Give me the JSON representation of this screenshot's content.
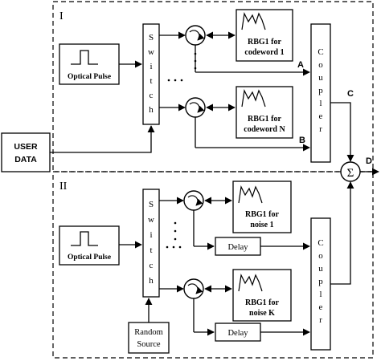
{
  "sections": {
    "top": {
      "roman": "I",
      "pulse_label": "Optical Pulse",
      "switch_letters": [
        "S",
        "w",
        "i",
        "t",
        "c",
        "h"
      ],
      "coupler_letters": [
        "C",
        "o",
        "u",
        "p",
        "l",
        "e",
        "r"
      ],
      "grating_1": {
        "line1": "RBG1 for",
        "line2": "codeword 1"
      },
      "grating_2": {
        "line1": "RBG1 for",
        "line2": "codeword N"
      },
      "label_a": "A",
      "label_b": "B",
      "label_c": "C"
    },
    "bottom": {
      "roman": "II",
      "pulse_label": "Optical Pulse",
      "switch_letters": [
        "S",
        "w",
        "i",
        "t",
        "c",
        "h"
      ],
      "coupler_letters": [
        "C",
        "o",
        "u",
        "p",
        "l",
        "e",
        "r"
      ],
      "grating_1": {
        "line1": "RBG1 for",
        "line2": "noise 1"
      },
      "grating_2": {
        "line1": "RBG1 for",
        "line2": "noise K"
      },
      "delay_1": "Delay",
      "delay_2": "Delay",
      "random_line1": "Random",
      "random_line2": "Source"
    }
  },
  "user_data": {
    "line1": "USER",
    "line2": "DATA"
  },
  "combiner_symbol": "Σ",
  "output_label": "D"
}
